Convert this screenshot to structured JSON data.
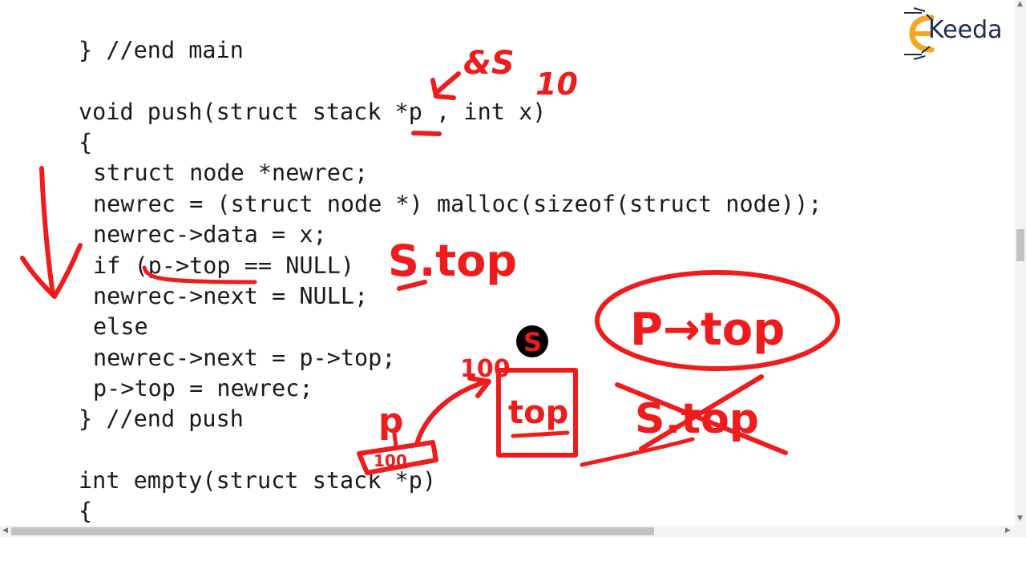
{
  "code": {
    "lines": [
      "} //end main",
      "",
      "void push(struct stack *p , int x)",
      "{",
      "struct node *newrec;",
      "newrec = (struct node *) malloc(sizeof(struct node));",
      "newrec->data = x;",
      "if (p->top == NULL)",
      "newrec->next = NULL;",
      "else",
      "newrec->next = p->top;",
      "p->top = newrec;",
      "} //end push",
      "",
      "int empty(struct stack *p)",
      "{"
    ]
  },
  "annotations": {
    "ampersand_s": "&S",
    "ten": "10",
    "s_dot_top": "S.top",
    "p_arrow_top": "P→top",
    "crossed_s_top": "S.top",
    "s_circle": "S",
    "hundred": "100",
    "box_top": "top",
    "p_label": "p",
    "p_box_value": "100"
  },
  "logo": {
    "text": "Keeda",
    "letter": "E"
  },
  "colors": {
    "ink": "#ee1c1c",
    "code_text": "#1a1a1a",
    "logo_orange": "#f5a623",
    "logo_navy": "#1b2a4a"
  }
}
